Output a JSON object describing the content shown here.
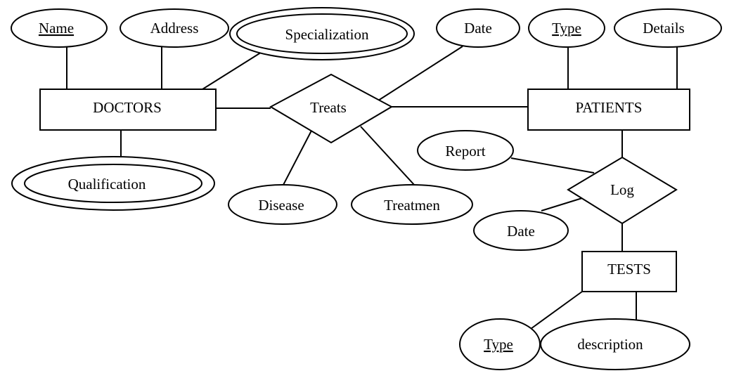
{
  "entities": {
    "doctors": "DOCTORS",
    "patients": "PATIENTS",
    "tests": "TESTS"
  },
  "relationships": {
    "treats": "Treats",
    "log": "Log"
  },
  "attributes": {
    "doctor_name": {
      "label": "Name",
      "key": true
    },
    "doctor_address": {
      "label": "Address"
    },
    "doctor_specialization": {
      "label": "Specialization",
      "multivalued": true
    },
    "doctor_qualification": {
      "label": "Qualification",
      "multivalued": true
    },
    "treats_date": {
      "label": "Date"
    },
    "treats_disease": {
      "label": "Disease"
    },
    "treats_treatment": {
      "label": "Treatmen"
    },
    "patient_type": {
      "label": "Type",
      "key": true
    },
    "patient_details": {
      "label": "Details"
    },
    "log_report": {
      "label": "Report"
    },
    "log_date": {
      "label": "Date"
    },
    "test_type": {
      "label": "Type",
      "key": true
    },
    "test_description": {
      "label": "description"
    }
  }
}
